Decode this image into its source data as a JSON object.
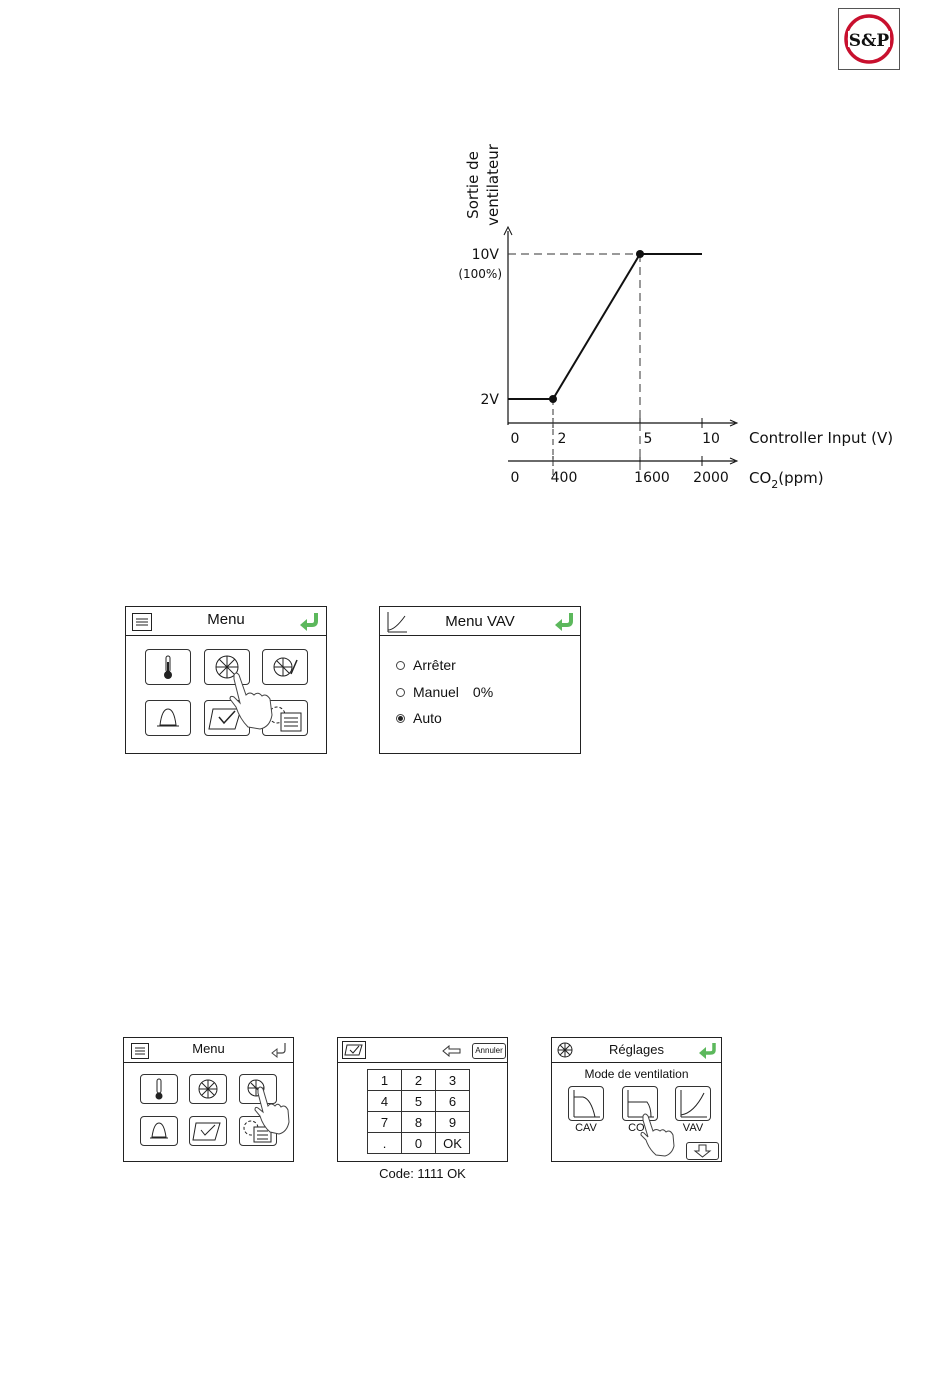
{
  "logo": {
    "text": "S&P",
    "color": "#c8102e"
  },
  "chart_data": {
    "type": "line",
    "ylabel_lines": [
      "Sortie de",
      "ventilateur"
    ],
    "y_ticks": [
      {
        "label": "10V",
        "sub": "(100%)"
      },
      {
        "label": "2V"
      }
    ],
    "x_axis_1": {
      "label": "Controller Input (V)",
      "ticks": [
        "0",
        "2",
        "5",
        "10"
      ]
    },
    "x_axis_2": {
      "label_main": "CO",
      "label_sub": "2",
      "label_tail": "(ppm)",
      "ticks": [
        "0",
        "400",
        "1600",
        "2000"
      ]
    },
    "series": [
      {
        "x": [
          0,
          2,
          5,
          10
        ],
        "y": [
          2,
          2,
          10,
          10
        ]
      }
    ],
    "xlim": [
      0,
      10
    ],
    "ylim": [
      0,
      10
    ],
    "dashed_refs": "x=5 and y=10"
  },
  "screen_menu": {
    "title": "Menu"
  },
  "screen_vav": {
    "title": "Menu VAV",
    "options": [
      {
        "label": "Arrêter",
        "value": "",
        "selected": false
      },
      {
        "label": "Manuel",
        "value": "0%",
        "selected": false
      },
      {
        "label": "Auto",
        "value": "",
        "selected": true
      }
    ]
  },
  "screen_menu2": {
    "title": "Menu"
  },
  "screen_keypad": {
    "cancel_label": "Annuler",
    "keys": [
      [
        "1",
        "2",
        "3"
      ],
      [
        "4",
        "5",
        "6"
      ],
      [
        "7",
        "8",
        "9"
      ],
      [
        ".",
        "0",
        "OK"
      ]
    ],
    "caption": "Code: 1111  OK"
  },
  "screen_reglages": {
    "title": "Réglages",
    "subtitle": "Mode de ventilation",
    "modes": [
      "CAV",
      "COP",
      "VAV"
    ]
  },
  "colors": {
    "accent_green": "#5cb85c",
    "line": "#111111"
  }
}
